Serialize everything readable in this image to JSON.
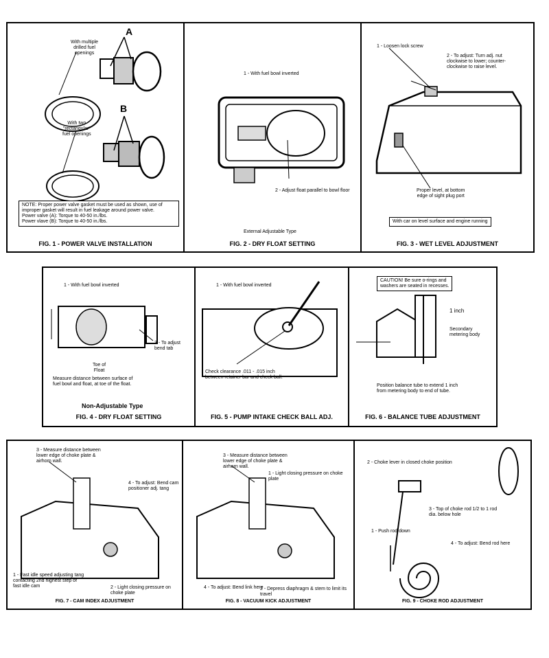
{
  "fig1": {
    "label_a": "A",
    "label_b": "B",
    "note_a": "With multiple\ndrilled fuel\nopenings",
    "note_b": "With two\n\"rectangular\"\nfuel openings",
    "note_box": "NOTE:  Proper power valve gasket must be used as shown, use of\nimproper gasket will result in fuel leakage around power valve.\nPower valve (A):  Torque to 40-50 in./lbs.\nPower vlave (B):  Torque to 40-50 in./lbs.",
    "caption": "FIG. 1 - POWER VALVE INSTALLATION"
  },
  "fig2": {
    "step1": "1 - With fuel bowl inverted",
    "step2": "2 - Adjust float parallel to bowl floor",
    "type": "External Adjustable Type",
    "caption": "FIG. 2 - DRY FLOAT SETTING"
  },
  "fig3": {
    "step1": "1 - Loosen lock screw",
    "step2": "2 - To adjust:  Turn adj. nut\nclockwise to lower; counter-\nclockwise to raise level.",
    "level": "Proper level, at bottom\nedge of sight plug port",
    "note_box": "With car on level surface and engine running",
    "caption": "FIG. 3 - WET LEVEL ADJUSTMENT"
  },
  "fig4": {
    "step1": "1 - With fuel bowl inverted",
    "step3": "3 - To adjust\nbend tab",
    "toe": "Toe of\nFloat",
    "measure": "Measure distance between surface of\nfuel bowl and float, at toe of the float.",
    "type": "Non-Adjustable Type",
    "caption": "FIG. 4 - DRY FLOAT SETTING"
  },
  "fig5": {
    "step1": "1 - With fuel bowl inverted",
    "check": "Check clearance .011 - .015 inch\nbetween retainer bar and check ball.",
    "caption": "FIG. 5 - PUMP INTAKE CHECK BALL ADJ."
  },
  "fig6": {
    "caution": "CAUTION! Be sure o-rings and\nwashers are seated in recesses.",
    "inch": "1 inch",
    "secondary": "Secondary\nmetering body",
    "position": "Position balance tube to extend 1 inch\nfrom metering body to end of tube.",
    "caption": "FIG. 6 - BALANCE TUBE ADJUSTMENT"
  },
  "fig7": {
    "step3": "3 - Measure distance between\nlower edge of choke plate &\nairhorn wall.",
    "step4": "4 - To adjust:  Bend cam\npositioner adj. tang",
    "step1": "1 - Fast idle speed adjusting tang\ncontacting 2nd highest step of\nfast idle cam",
    "step2": "2 - Light closing pressure on choke plate",
    "caption": "FIG. 7 - CAM INDEX ADJUSTMENT"
  },
  "fig8": {
    "step3": "3 - Measure distance between\nlower edge of choke plate &\nairhorn wall.",
    "step1": "1 - Light closing pressure on choke plate",
    "step4": "4 - To adjust:  Bend link here",
    "step2": "2 - Depress diaphragm & stem to limit its travel",
    "caption": "FIG. 8 - VACUUM KICK ADJUSTMENT"
  },
  "fig9": {
    "step2": "2 - Choke lever in closed choke position",
    "step3": "3 - Top of choke rod 1/2 to 1 rod\ndia. below hole",
    "step1": "1 - Push rod down",
    "step4": "4 - To adjust:  Bend rod here",
    "caption": "FIG. 9 - CHOKE ROD ADJUSTMENT"
  }
}
